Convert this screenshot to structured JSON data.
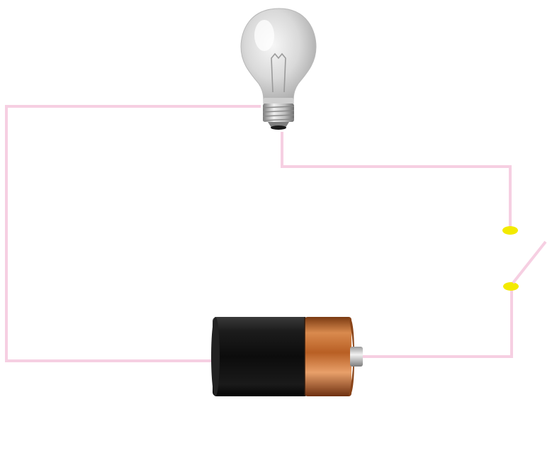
{
  "diagram": {
    "components": [
      {
        "id": "bulb",
        "kind": "light-bulb",
        "state": "off"
      },
      {
        "id": "battery",
        "kind": "battery-cell"
      },
      {
        "id": "switch",
        "kind": "switch",
        "state": "open"
      }
    ],
    "colors": {
      "wire": "#f6cfe2",
      "switch_contact": "#f3ea00",
      "battery_body": "#111111",
      "battery_cap": "#c26a2f",
      "background": "#ffffff"
    }
  }
}
